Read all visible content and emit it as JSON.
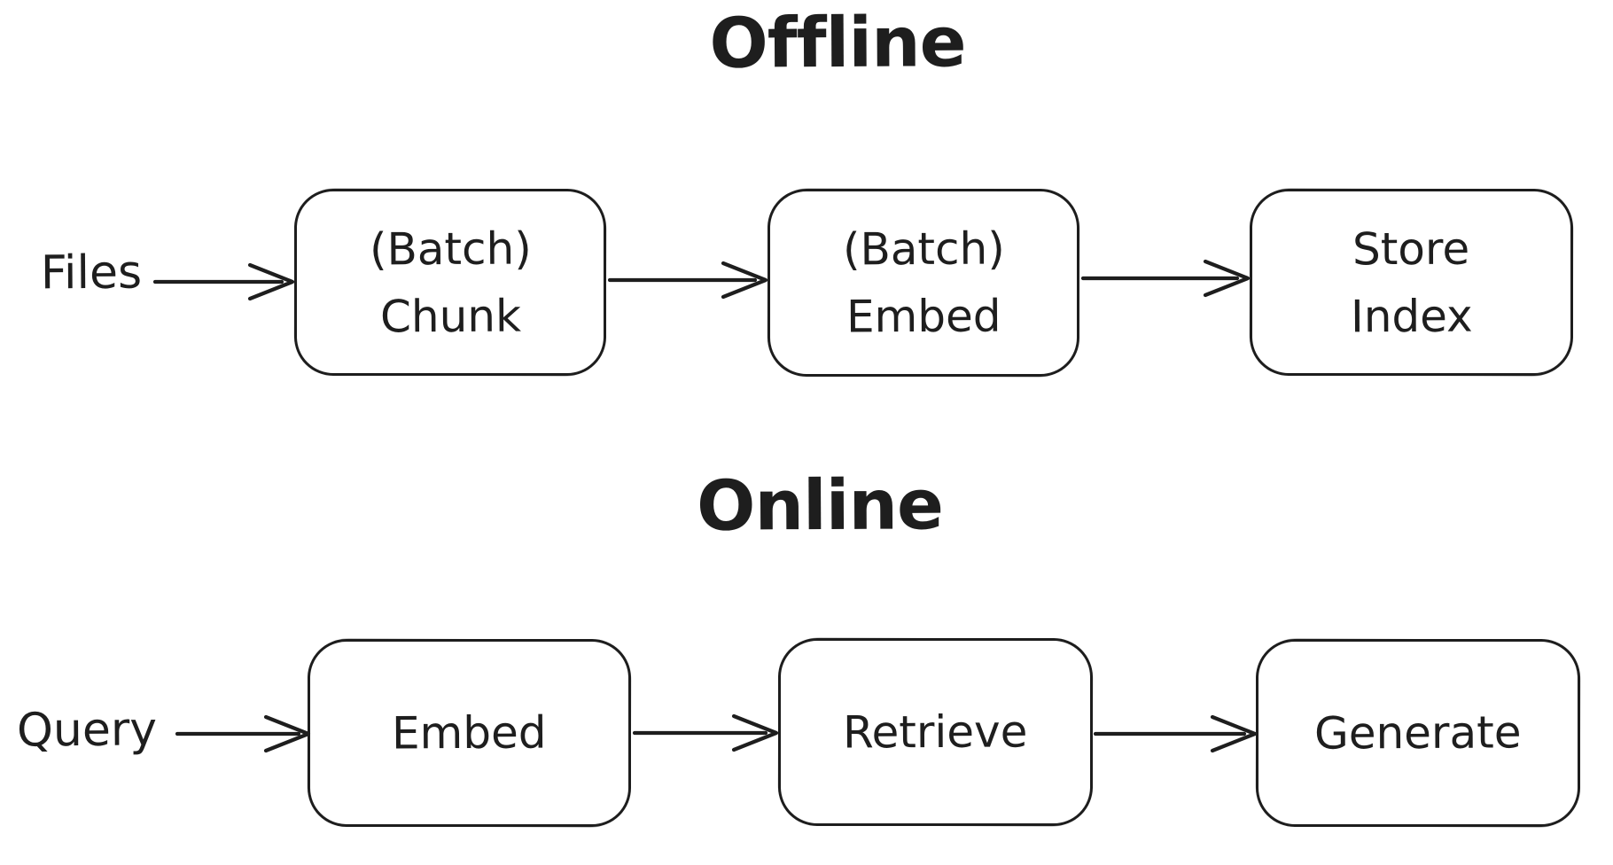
{
  "colors": {
    "stroke": "#1e1e1e",
    "background": "#ffffff"
  },
  "offline": {
    "title": "Offline",
    "input_label": "Files",
    "nodes": [
      {
        "line1": "(Batch)",
        "line2": "Chunk"
      },
      {
        "line1": "(Batch)",
        "line2": "Embed"
      },
      {
        "line1": "Store",
        "line2": "Index"
      }
    ]
  },
  "online": {
    "title": "Online",
    "input_label": "Query",
    "nodes": [
      {
        "line1": "Embed"
      },
      {
        "line1": "Retrieve"
      },
      {
        "line1": "Generate"
      }
    ]
  }
}
